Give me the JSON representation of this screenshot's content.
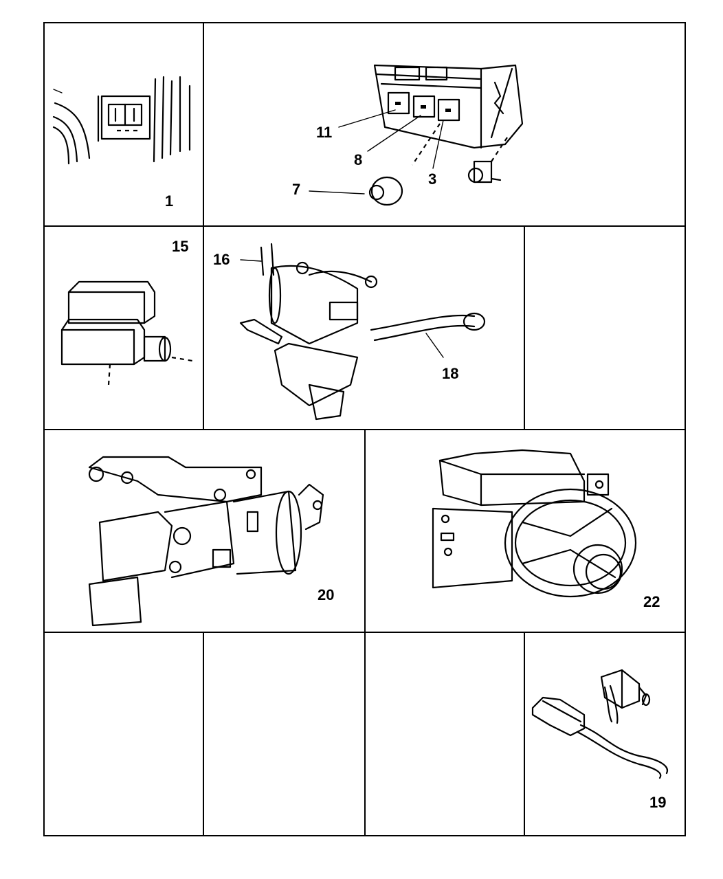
{
  "callouts": {
    "c1": "1",
    "c3": "3",
    "c7": "7",
    "c8": "8",
    "c11": "11",
    "c15": "15",
    "c16": "16",
    "c18": "18",
    "c19": "19",
    "c20": "20",
    "c22": "22"
  },
  "colors": {
    "ink": "#000000",
    "background": "#ffffff"
  }
}
